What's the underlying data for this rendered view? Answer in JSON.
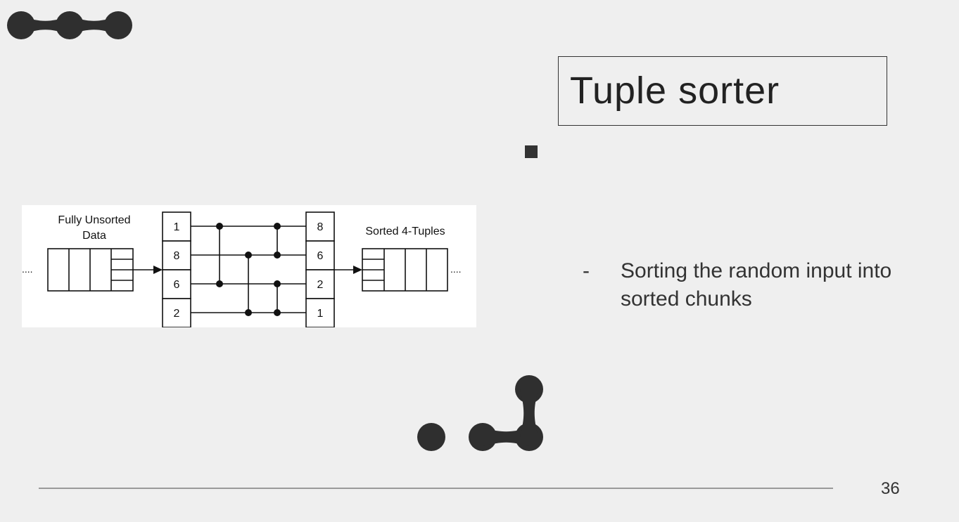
{
  "slide": {
    "title": "Tuple sorter",
    "bullet": {
      "marker": "-",
      "text": "Sorting the random input into sorted chunks"
    },
    "page_number": "36"
  },
  "diagram": {
    "input_label_line1": "Fully Unsorted",
    "input_label_line2": "Data",
    "output_label": "Sorted 4-Tuples",
    "ellipsis": "....",
    "input_values": [
      "1",
      "8",
      "6",
      "2"
    ],
    "output_values": [
      "8",
      "6",
      "2",
      "1"
    ]
  },
  "colors": {
    "background": "#efefef",
    "decoration": "#2f2f2f",
    "panel": "#ffffff",
    "text": "#222222"
  }
}
